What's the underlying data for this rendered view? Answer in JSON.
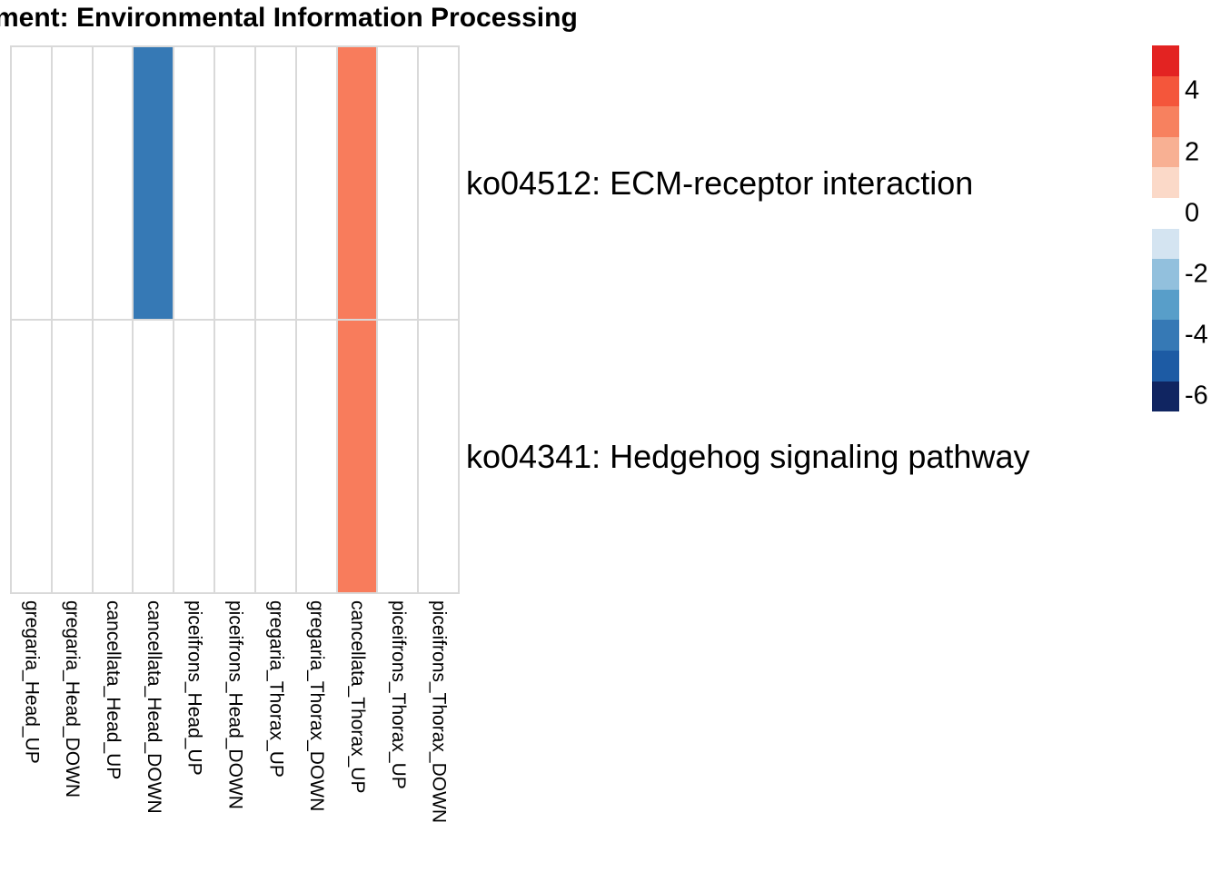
{
  "title": "ment: Environmental Information Processing",
  "chart_data": {
    "type": "heatmap",
    "title": "ment: Environmental Information Processing",
    "columns": [
      "gregaria_Head_UP",
      "gregaria_Head_DOWN",
      "cancellata_Head_UP",
      "cancellata_Head_DOWN",
      "piceifrons_Head_UP",
      "piceifrons_Head_DOWN",
      "gregaria_Thorax_UP",
      "gregaria_Thorax_DOWN",
      "cancellata_Thorax_UP",
      "piceifrons_Thorax_UP",
      "piceifrons_Thorax_DOWN"
    ],
    "rows": [
      "ko04512: ECM-receptor interaction",
      "ko04341: Hedgehog signaling pathway"
    ],
    "values": [
      [
        null,
        null,
        null,
        -4,
        null,
        null,
        null,
        null,
        3,
        null,
        null
      ],
      [
        null,
        null,
        null,
        null,
        null,
        null,
        null,
        null,
        3,
        null,
        null
      ]
    ],
    "value_colors": {
      "-4": "#3679B5",
      "3": "#F87C5C"
    },
    "empty_color": "#FFFFFF",
    "grid_line_color": "#D9D9D9",
    "legend": {
      "position": "right",
      "orientation": "vertical",
      "block_values": [
        5,
        4,
        3,
        2,
        1,
        0,
        -1,
        -2,
        -3,
        -4,
        -5,
        -6
      ],
      "block_colors": [
        "#E32322",
        "#F4563B",
        "#F7815F",
        "#F8B093",
        "#FBD9C8",
        "#FFFFFF",
        "#D4E4F1",
        "#92C0DD",
        "#589EC9",
        "#3679B5",
        "#1D5BA4",
        "#102561"
      ],
      "tick_labels": [
        "4",
        "2",
        "0",
        "-2",
        "-4",
        "-6"
      ],
      "tick_block_indices": [
        1,
        3,
        5,
        7,
        9,
        11
      ]
    }
  }
}
